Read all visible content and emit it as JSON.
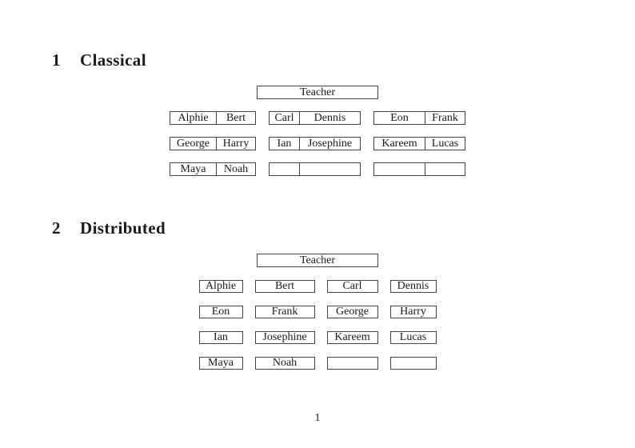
{
  "page": {
    "page_number": "1",
    "background_color": "#ffffff",
    "text_color": "#1a1a1a",
    "border_color": "#444444"
  },
  "classical": {
    "section_number": "1",
    "section_title": "Classical",
    "teacher_label": "Teacher",
    "desks": [
      [
        "Alphie",
        "Bert"
      ],
      [
        "Carl",
        "Dennis"
      ],
      [
        "Eon",
        "Frank"
      ],
      [
        "George",
        "Harry"
      ],
      [
        "Ian",
        "Josephine"
      ],
      [
        "Kareem",
        "Lucas"
      ],
      [
        "Maya",
        "Noah"
      ],
      [
        "",
        ""
      ],
      [
        "",
        ""
      ]
    ]
  },
  "distributed": {
    "section_number": "2",
    "section_title": "Distributed",
    "teacher_label": "Teacher",
    "seats": [
      "Alphie",
      "Bert",
      "Carl",
      "Dennis",
      "Eon",
      "Frank",
      "George",
      "Harry",
      "Ian",
      "Josephine",
      "Kareem",
      "Lucas",
      "Maya",
      "Noah",
      "",
      ""
    ]
  }
}
